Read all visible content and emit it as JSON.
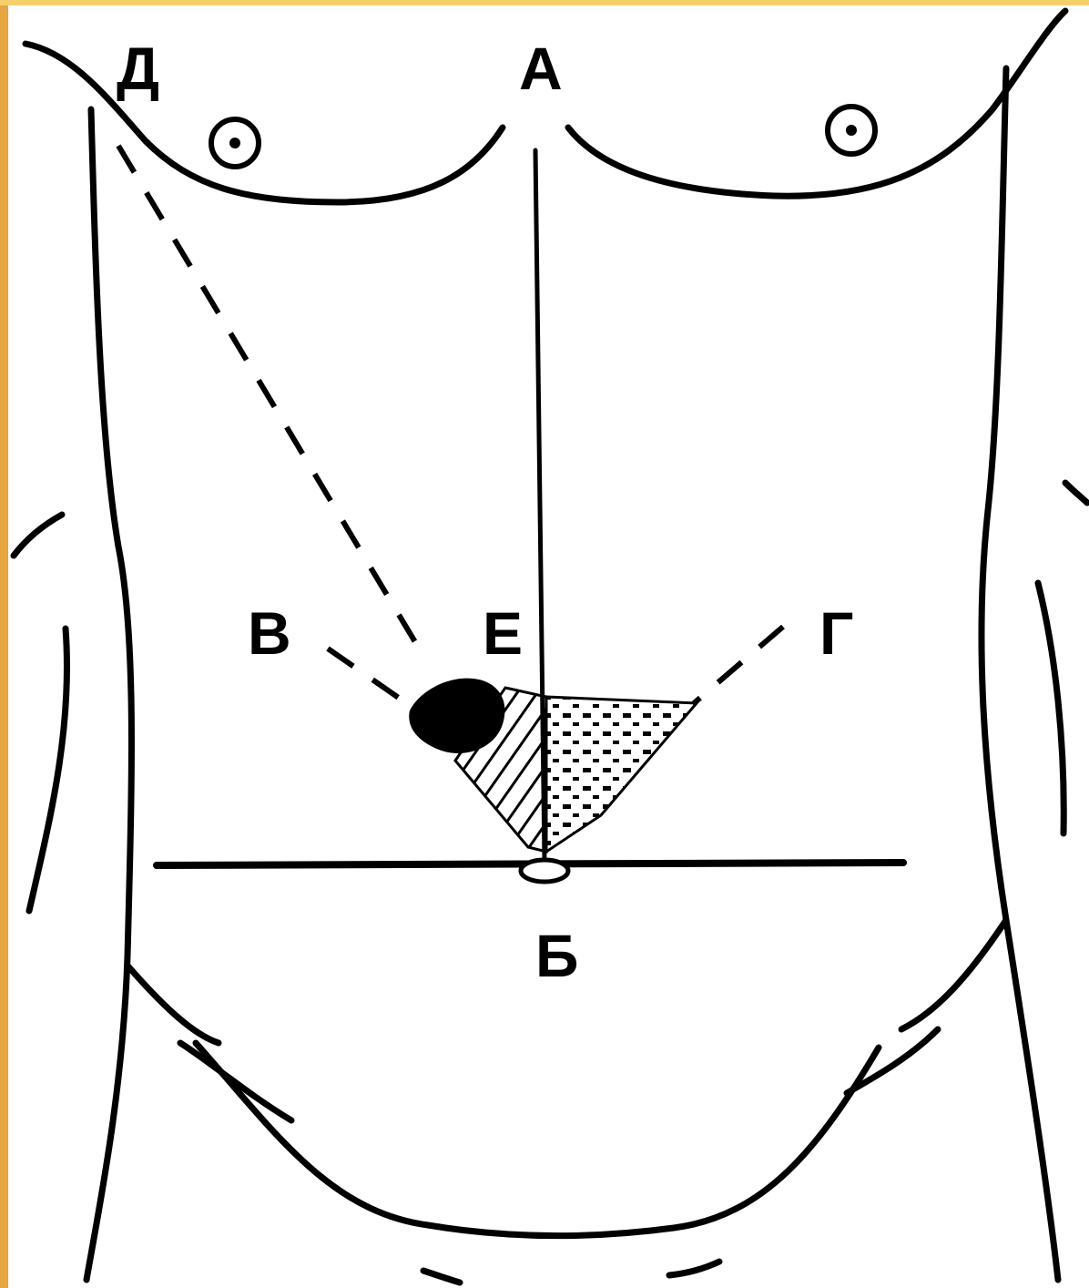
{
  "colors": {
    "frame_left": "#e8a640",
    "frame_top": "#f5cf6a",
    "line": "#000000",
    "background": "#ffffff"
  },
  "labels": {
    "a": "А",
    "b": "Б",
    "v": "В",
    "g": "Г",
    "d": "Д",
    "e": "Е"
  },
  "icons": {
    "left_nipple": "circle-dot",
    "right_nipple": "circle-dot"
  },
  "regions": {
    "left": "black",
    "center": "hatched",
    "right": "dotted"
  }
}
